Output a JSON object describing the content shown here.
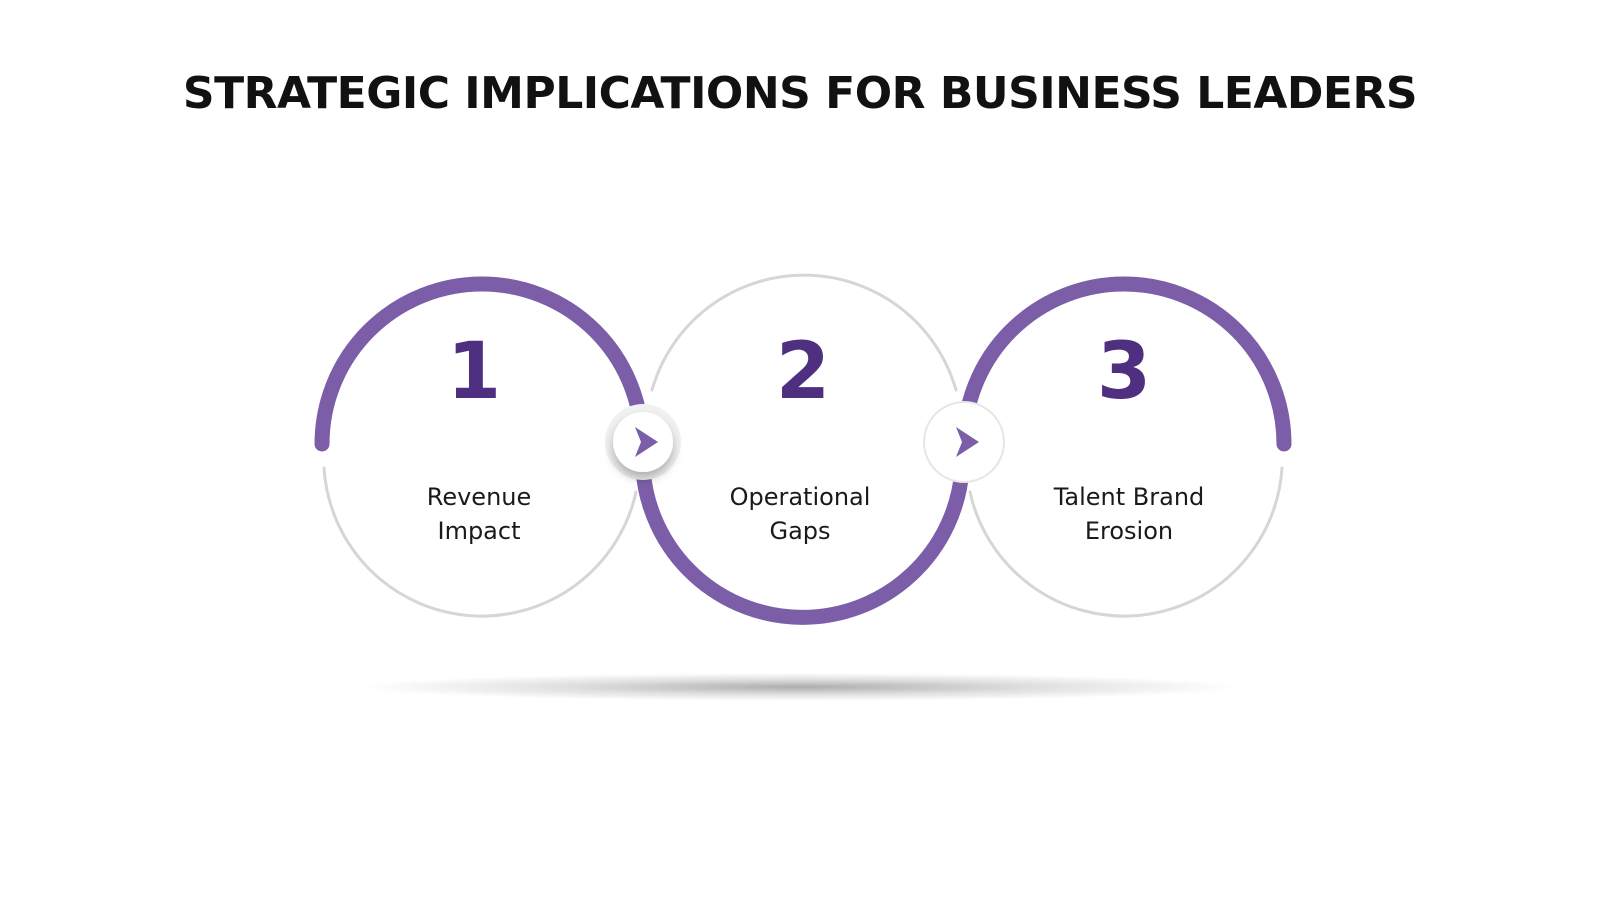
{
  "title": "STRATEGIC IMPLICATIONS FOR BUSINESS LEADERS",
  "colors": {
    "accent": "#7b5ea7",
    "number": "#4e2f80",
    "ring_gray": "#d6d6d6",
    "text": "#111111"
  },
  "steps": [
    {
      "number": "1",
      "label_line1": "Revenue",
      "label_line2": "Impact"
    },
    {
      "number": "2",
      "label_line1": "Operational",
      "label_line2": "Gaps"
    },
    {
      "number": "3",
      "label_line1": "Talent Brand",
      "label_line2": "Erosion"
    }
  ],
  "connectors": [
    {
      "icon": "play-arrow-icon"
    },
    {
      "icon": "play-arrow-icon"
    }
  ]
}
